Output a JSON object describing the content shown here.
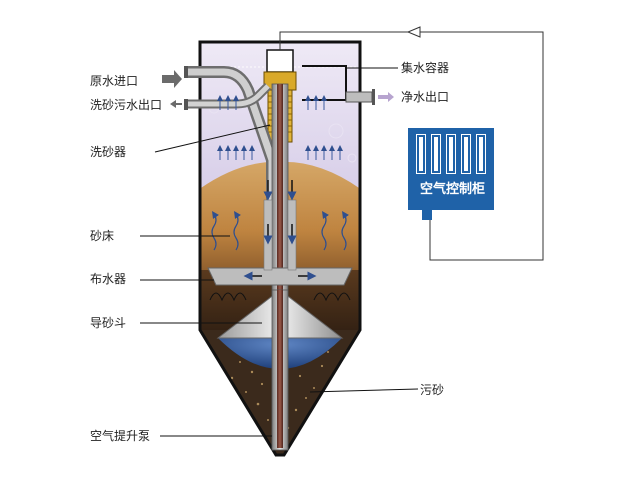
{
  "labels": {
    "raw_water_inlet": "原水进口",
    "wash_sand_outlet": "洗砂污水出口",
    "sand_washer": "洗砂器",
    "sand_bed": "砂床",
    "water_distributor": "布水器",
    "sand_guide_cone": "导砂斗",
    "air_lift_pump": "空气提升泵",
    "water_collector": "集水容器",
    "clean_water_outlet": "净水出口",
    "dirty_sand": "污砂"
  },
  "control_cabinet": {
    "label": "空气控制柜",
    "color": "#1f62a8"
  },
  "colors": {
    "water": "#b9a9d6",
    "sand": "#c8904a",
    "dirty_sand": "#3a2a1c",
    "cone_water": "#2e5aa0",
    "frame": "#111111"
  }
}
